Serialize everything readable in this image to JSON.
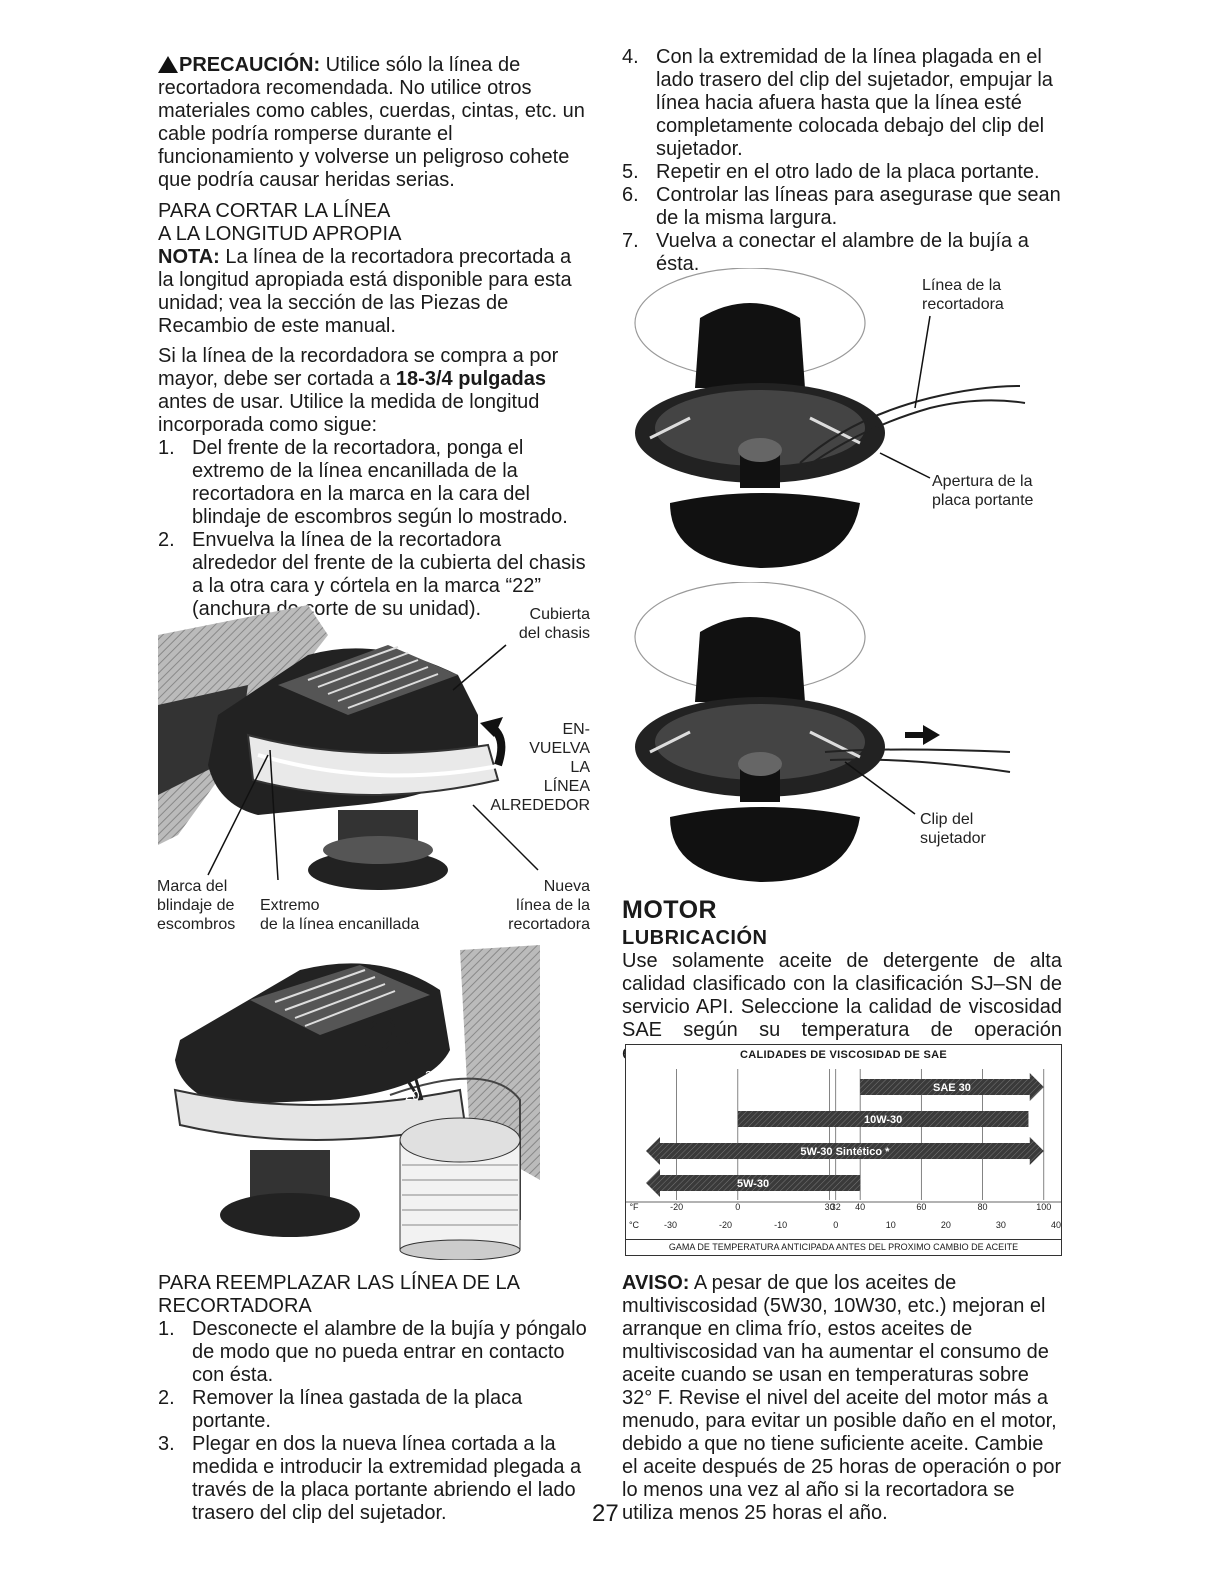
{
  "left": {
    "caution_label": "PRECAUCIÓN:",
    "caution_text": " Utilice sólo la línea de recortadora recomendada. No utilice otros materiales como cables, cuerdas, cintas, etc. un cable podría romperse durante el funcionamiento y volverse un peligroso cohete que podría causar heridas serias.",
    "cut_heading_1": "PARA CORTAR LA LÍNEA",
    "cut_heading_2": "A LA LONGITUD APROPIA",
    "note_label": "NOTA:",
    "note_text": " La línea de la recortadora precortada a la longitud apropiada está disponible para esta unidad; vea la sección de las Piezas de Recambio de este manual.",
    "bulk_text_a": "Si la línea de la recordadora se compra a por mayor, debe ser cortada a ",
    "bulk_bold": "18-3/4 pulgadas",
    "bulk_text_b": " antes de usar. Utilice la medida de longitud incorporada como sigue:",
    "steps": [
      {
        "num": "1.",
        "text": "Del frente de la recortadora, ponga el extremo de la línea encanillada de la recortadora en la marca en la cara del blindaje de escombros según lo mostrado."
      },
      {
        "num": "2.",
        "text": "Envuelva la línea de la recortadora alrededor del frente de la cubierta del chasis a la otra cara y córtela en la marca “22” (anchura de corte de su unidad)."
      }
    ],
    "fig1_labels": {
      "cubierta": "Cubierta\ndel chasis",
      "envuelva": "EN-\nVUELVA\nLA\nLÍNEA\nALREDEDOR",
      "marca": "Marca del\nblindaje de\nescombros",
      "extremo": "Extremo\nde la línea encanillada",
      "nueva": "Nueva\nlínea de la\nrecortadora"
    },
    "fig2_marks": {
      "m22": "22",
      "m20": "20"
    },
    "replace_heading": "PARA REEMPLAZAR LAS LÍNEA DE LA RECORTADORA",
    "replace_steps": [
      {
        "num": "1.",
        "text": "Desconecte el alambre de la bujía y póngalo de modo que no pueda entrar en contacto con ésta."
      },
      {
        "num": "2.",
        "text": "Remover la línea gastada de la placa portante."
      },
      {
        "num": "3.",
        "text": "Plegar en dos la nueva línea cortada a la medida e introducir la extremidad plegada a través de la placa portante abriendo el lado trasero del clip del sujetador."
      }
    ]
  },
  "right": {
    "steps": [
      {
        "num": "4.",
        "text": "Con la extremidad de la línea plagada en el lado trasero del clip del sujetador, empujar la línea hacia afuera hasta que la línea esté completamente colocada debajo del clip del sujetador."
      },
      {
        "num": "5.",
        "text": "Repetir en el otro lado de la placa portante."
      },
      {
        "num": "6.",
        "text": "Controlar las líneas para asegurase que sean de la misma largura."
      },
      {
        "num": "7.",
        "text": "Vuelva a conectar el alambre de la bujía a ésta."
      }
    ],
    "fig3_labels": {
      "linea": "Línea de la\nrecortadora",
      "apertura": "Apertura de la\nplaca portante"
    },
    "fig4_labels": {
      "clip": "Clip del\nsujetador"
    },
    "motor_title": "MOTOR",
    "lub_title": "LUBRICACIÓN",
    "lub_text": "Use solamente aceite de detergente de alta calidad clasificado con la clasificación SJ–SN de servicio API. Seleccione la calidad de viscosidad SAE según su temperatura de operación esperada.",
    "aviso_label": "AVISO:",
    "aviso_text": " A pesar de que los aceites de multiviscosidad (5W30, 10W30, etc.) mejoran el arranque en clima frío, estos aceites de multiviscosidad van ha aumentar el consumo de aceite cuando se usan en temperaturas sobre 32° F. Revise el nivel del aceite del motor más a menudo, para evitar un posible daño en el motor, debido a que no tiene suficiente aceite. Cambie el aceite después de 25 horas de operación o por lo menos una vez al año si la recortadora se utiliza menos 25 horas el año."
  },
  "chart_data": {
    "type": "bar",
    "title": "CALIDADES DE VISCOSIDAD DE SAE",
    "footer": "GAMA DE TEMPERATURA ANTICIPADA ANTES DEL PROXIMO CAMBIO DE ACEITE",
    "f_unit": "°F",
    "c_unit": "°C",
    "f_ticks": [
      "-20",
      "0",
      "30",
      "32",
      "40",
      "60",
      "80",
      "100"
    ],
    "c_ticks": [
      "-30",
      "-20",
      "-10",
      "0",
      "10",
      "20",
      "30",
      "40"
    ],
    "series": [
      {
        "name": "SAE 30",
        "from_f": 40,
        "to_f": 100,
        "arrow_right": true,
        "arrow_left": false
      },
      {
        "name": "10W-30",
        "from_f": 0,
        "to_f": 95,
        "arrow_right": false,
        "arrow_left": false
      },
      {
        "name": "5W-30 Sintético *",
        "from_f": -30,
        "to_f": 100,
        "arrow_right": true,
        "arrow_left": true
      },
      {
        "name": "5W-30",
        "from_f": -30,
        "to_f": 40,
        "arrow_right": false,
        "arrow_left": true
      }
    ],
    "xlim_f": [
      -30,
      104
    ]
  },
  "page_number": "27",
  "colors": {
    "ink": "#1a1a1a",
    "bar": "#2a2a2a"
  }
}
